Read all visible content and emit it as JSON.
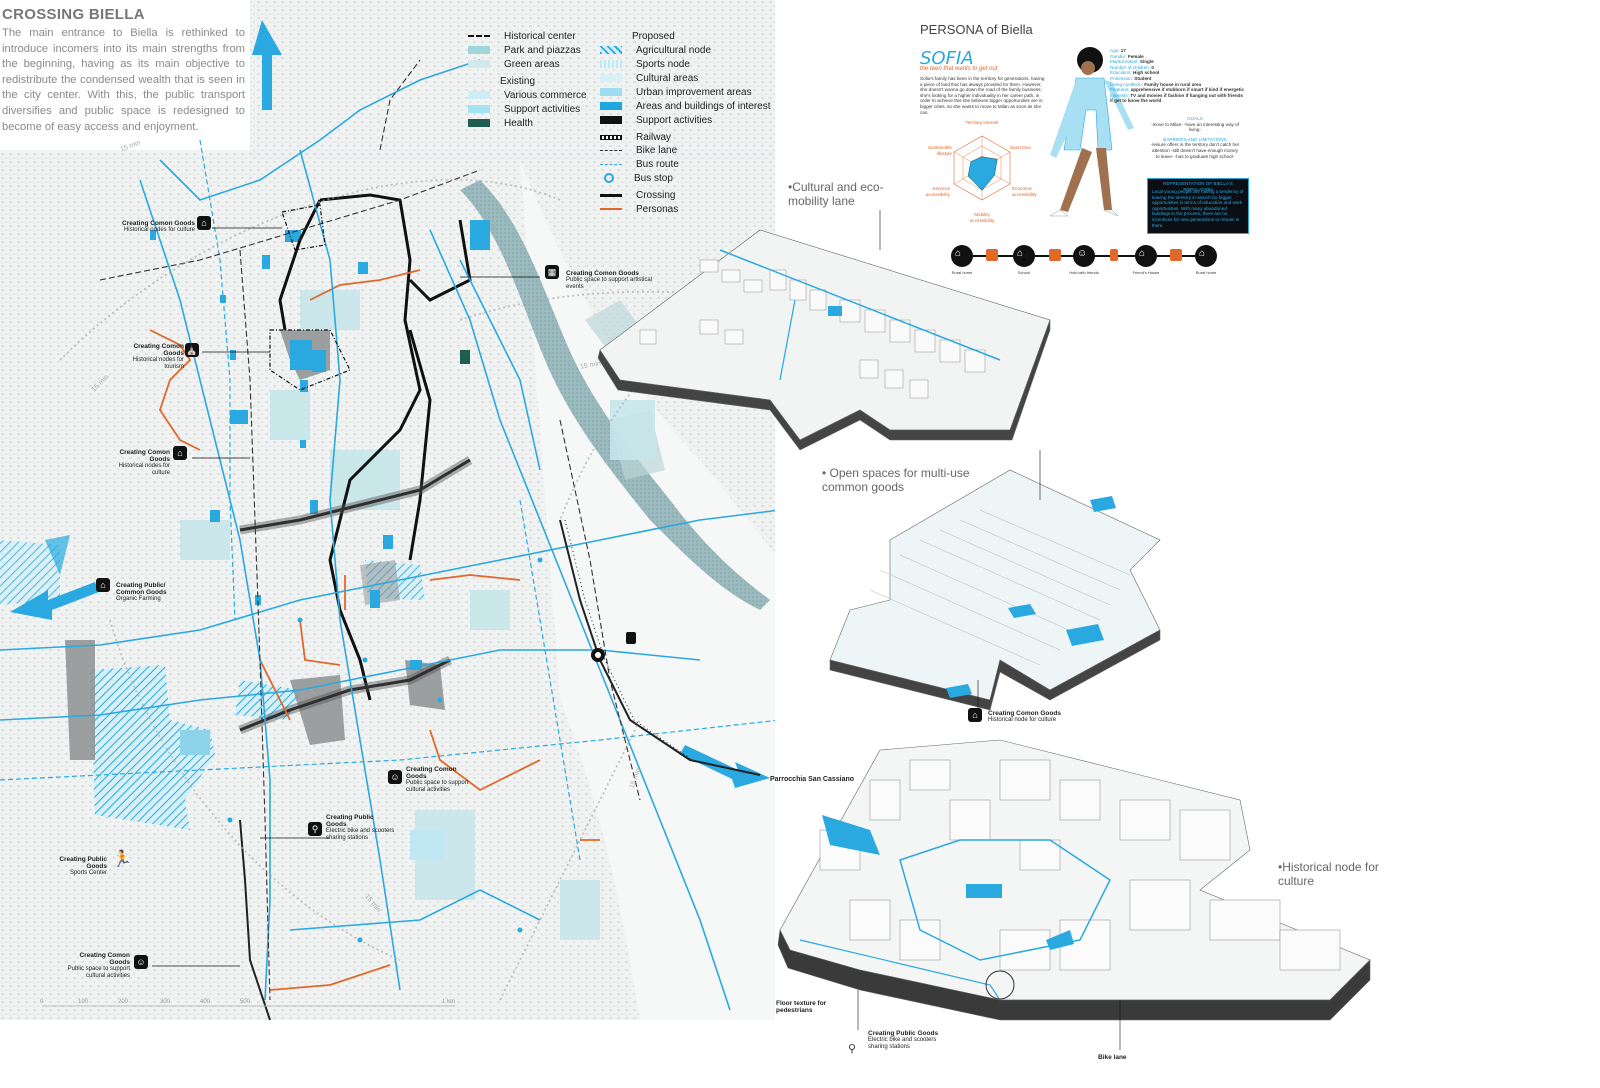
{
  "header": {
    "title": "CROSSING BIELLA",
    "intro": "The main entrance to Biella is rethinked to introduce incomers into its main strengths from the beginning, having as its main objective to redistribute the condensed wealth that is seen in the city center. With this, the public transport diversifies and public space is redesigned to become of easy access and enjoyment."
  },
  "legend": {
    "col1_top": [
      {
        "label": "Historical center",
        "swatch": "dashdot"
      },
      {
        "label": "Park and piazzas",
        "swatch": "#9fd6dc"
      },
      {
        "label": "Green areas",
        "swatch": "#cfe9ec"
      }
    ],
    "existing_heading": "Existing",
    "col1_existing": [
      {
        "label": "Various commerce",
        "swatch": "#cdeef7"
      },
      {
        "label": "Support activities",
        "swatch": "#a5e2f2"
      },
      {
        "label": "Health",
        "swatch": "#1e5f4f"
      }
    ],
    "proposed_heading": "Proposed",
    "col2_proposed": [
      {
        "label": "Agricultural node",
        "swatch": "hatch"
      },
      {
        "label": "Sports node",
        "swatch": "#bfe8f3"
      },
      {
        "label": "Cultural areas",
        "swatch": "#d8f1f8"
      },
      {
        "label": "Urban improvement areas",
        "swatch": "#9ddff0"
      },
      {
        "label": "Areas and buildings of interest",
        "swatch": "#1fa8e0"
      },
      {
        "label": "Support activities",
        "swatch": "#111111"
      }
    ],
    "col2_lines": [
      {
        "label": "Railway",
        "swatch": "rail"
      },
      {
        "label": "Bike lane",
        "swatch": "dash"
      },
      {
        "label": "Bus route",
        "swatch": "blue-dash"
      },
      {
        "label": "Bus stop",
        "swatch": "stop"
      },
      {
        "label": "Crossing",
        "swatch": "#111111"
      },
      {
        "label": "Personas",
        "swatch": "#e0682a"
      }
    ]
  },
  "map_callouts": [
    {
      "title": "Creating Comon Goods",
      "text": "Historical nodes for culture",
      "icon": "museum-icon"
    },
    {
      "title": "Creating Comon Goods",
      "text": "Public space to support artistical events",
      "icon": "easel-icon"
    },
    {
      "title": "Creating Comon Goods",
      "text": "Historical nodes for tourism",
      "icon": "church-icon"
    },
    {
      "title": "Creating Comon Goods",
      "text": "Historical nodes for culture",
      "icon": "museum-icon"
    },
    {
      "title": "Creating Public/ Common Goods",
      "text": "Organic Farming",
      "icon": "farm-icon"
    },
    {
      "title": "Creating Comon Goods",
      "text": "Public space to support cultural activities",
      "icon": "theater-masks-icon"
    },
    {
      "title": "Creating Public Goods",
      "text": "Electric bike and scooters sharing stations",
      "icon": "scooter-icon"
    },
    {
      "title": "Creating Public Goods",
      "text": "Sports Center",
      "icon": "runner-icon"
    },
    {
      "title": "Creating Comon Goods",
      "text": "Public space to support cultural activities",
      "icon": "theater-masks-icon"
    }
  ],
  "map_labels": {
    "time_a": "15 min",
    "time_b": "15 min",
    "time_c": "15 min",
    "time_d": "15 min",
    "time_e": "15 min",
    "scale": [
      "0",
      "100",
      "200",
      "300",
      "400",
      "500",
      "1 km"
    ]
  },
  "persona": {
    "heading": "PERSONA of Biella",
    "name": "SOFIA",
    "tagline": "the teen that wants to get out",
    "info_lines": [
      {
        "k": "Age:",
        "v": "17"
      },
      {
        "k": "Gender:",
        "v": "Female"
      },
      {
        "k": "Marital status:",
        "v": "Single"
      },
      {
        "k": "Number of children:",
        "v": "0"
      },
      {
        "k": "Education:",
        "v": "High school"
      },
      {
        "k": "Profession:",
        "v": "Student"
      },
      {
        "k": "Living condition:",
        "v": "Family house in rural area"
      },
      {
        "k": "Features:",
        "v": "apprehensive if stubborn if smart if kind if energetic"
      },
      {
        "k": "Interests:",
        "v": "TV and movies if fashion if hanging out with friends if get to know the world"
      }
    ],
    "story": "Sofia's family has been in the territory for generations, having a piece of land that has always provided for them. However, she doesn't wanna go down the road of the family business; she's looking for a higher individuality in her career path, in order to achieve this she believes bigger opportunities are in bigger cities, so she wants to move to Milan as soon as she can.",
    "radar_axes": [
      "Territory interest",
      "Sport time",
      "Economic accessibility",
      "Mobility accessibility",
      "Services accessibility",
      "Sustainable lifestyle"
    ],
    "radar_values": [
      0.35,
      0.55,
      0.45,
      0.7,
      0.5,
      0.4
    ],
    "goals_heading": "GOALS",
    "goals": "-move to Milan- -have an interesting way of living-",
    "barriers_heading": "BARRIERS AND LIMITATIONS",
    "barriers": "-leisure offers in the territory don't catch her attention -still doesn't have enough money to leave- -has to graduate high school-",
    "rep_heading": "REPRESENTATION OF BIELLA'S POPULATION",
    "rep_text": "Local young people are having a tendency of leaving the territory in search for bigger opportunities in terms of education and work opportunities. With many abandoned buildings in the process, there are no incentives for new generations to remain in there.",
    "timeline": [
      "Rural home",
      "School",
      "Hold with friends",
      "Friend's House",
      "Rural home"
    ]
  },
  "axos": {
    "cultural_lane": "•Cultural and eco-mobility lane",
    "open_spaces": "• Open spaces for multi-use common goods",
    "historical_node": "•Historical node for culture",
    "parrocchia": "Parrocchia San Cassiano",
    "floor_texture": "Floor texture for pedestrians",
    "bike_lane": "Bike lane",
    "axo_callout_title": "Creating Comon Goods",
    "axo_callout_text": "Historical node for culture",
    "axo_public_title": "Creating Public Goods",
    "axo_public_text": "Electric bike and scooters sharing stations"
  },
  "colors": {
    "accent_blue": "#29a9e0",
    "route_orange": "#e0682a",
    "river": "#8fb3b7",
    "dark": "#111111"
  }
}
